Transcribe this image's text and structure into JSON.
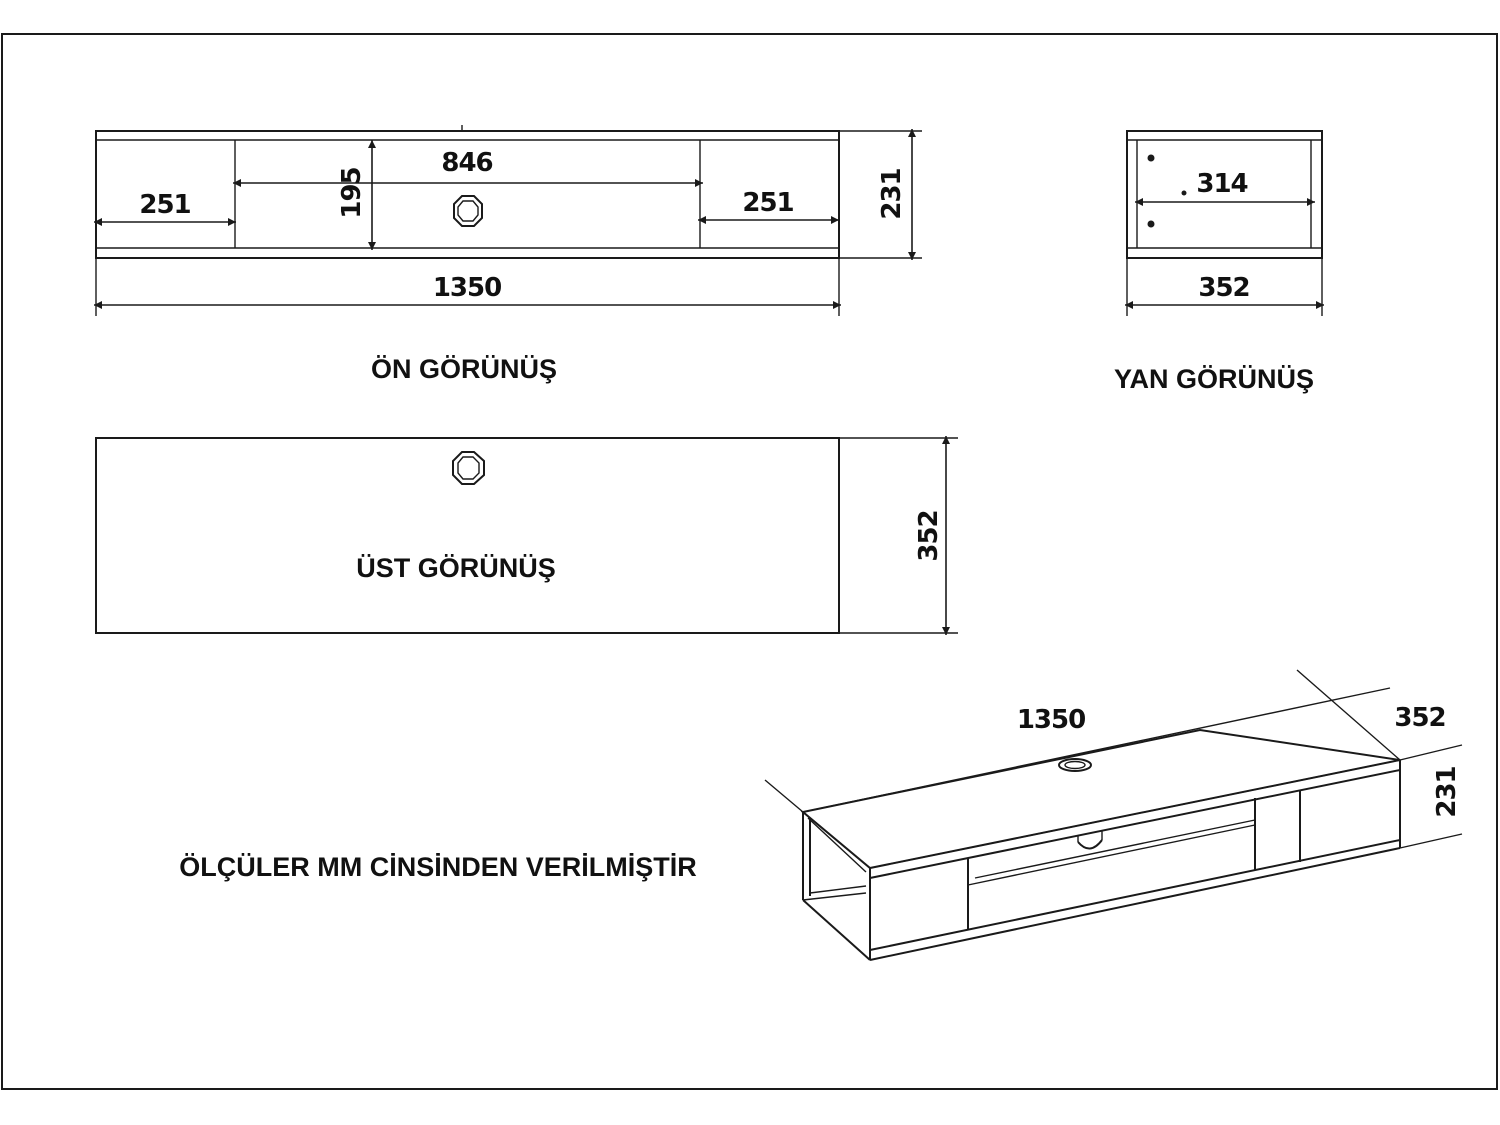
{
  "titles": {
    "front": "ÖN GÖRÜNÜŞ",
    "side": "YAN GÖRÜNÜŞ",
    "top": "ÜST GÖRÜNÜŞ",
    "units_note": "ÖLÇÜLER MM CİNSİNDEN VERİLMİŞTİR"
  },
  "front_view": {
    "total_width": "1350",
    "middle_width": "846",
    "left_width": "251",
    "right_width": "251",
    "inner_height": "195",
    "total_height": "231"
  },
  "side_view": {
    "total_depth": "352",
    "inner_depth": "314"
  },
  "top_view": {
    "depth": "352"
  },
  "iso_view": {
    "width": "1350",
    "depth": "352",
    "height": "231"
  }
}
